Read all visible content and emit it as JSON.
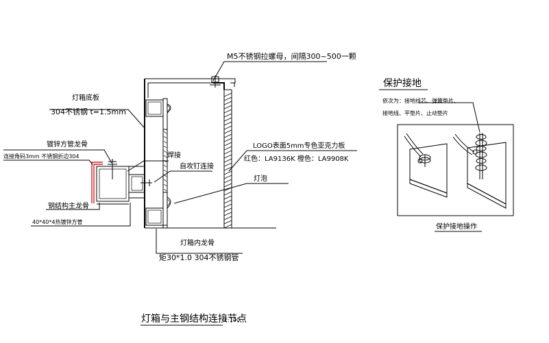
{
  "drawing": {
    "labels": {
      "m5_nut": "M5不锈钢拉螺母，间隔300~500一颗",
      "base_plate": "灯箱底板",
      "base_plate_spec": "304不锈钢 t=1.5mm",
      "galv_keel": "镀锌方管龙骨",
      "angle_code": "连接角码3mm 不锈钢折边304",
      "weld": "焊接",
      "self_tap": "自攻钉连接",
      "logo_board": "LOGO表面5mm专色亚克力板",
      "color_codes": "红色：LA9136K  橙色：LA9908K",
      "bulb": "灯泡",
      "main_keel": "钢结构主龙骨",
      "tube_spec": "40*40*4热镀锌方管",
      "inner_keel": "灯箱内龙骨",
      "inner_keel_spec": "矩30*1.0  304不锈钢管"
    },
    "title": "灯箱与主钢结构连接节点",
    "scale": "1:100"
  },
  "grounding": {
    "heading": "保护接地",
    "order_line1": "依次为：接地线芯、弹簧垫片、",
    "order_line2": "接地线、平垫片、止动垫片",
    "caption": "保护接地操作"
  }
}
